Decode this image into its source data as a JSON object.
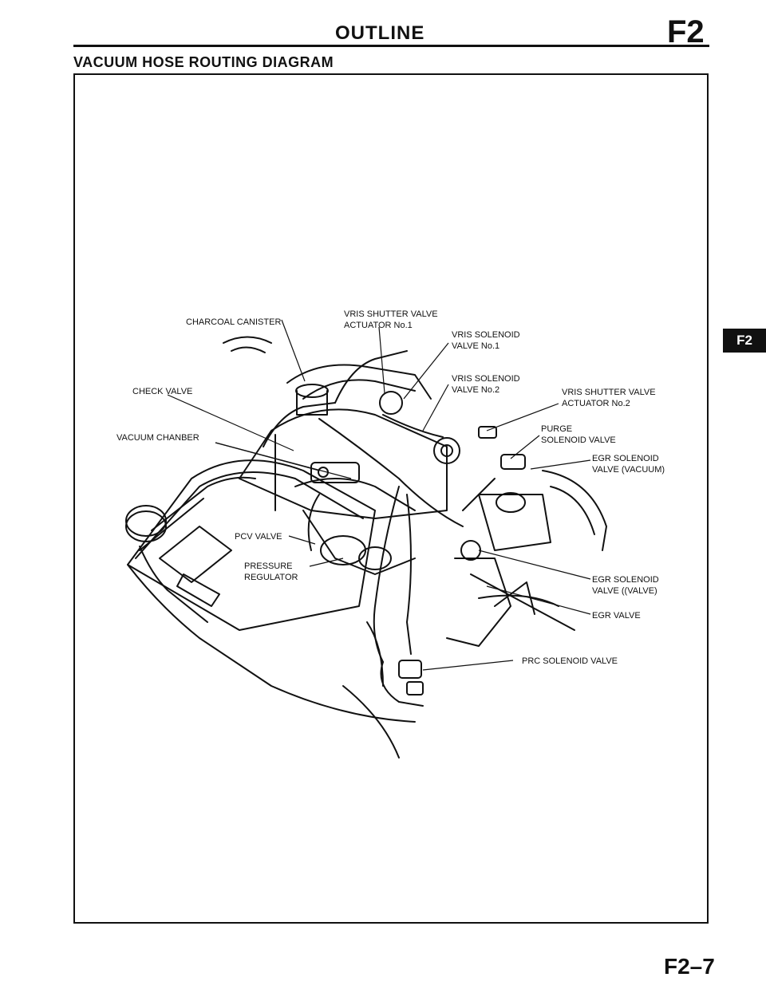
{
  "header": {
    "title": "OUTLINE",
    "section": "F2"
  },
  "section_title": "VACUUM HOSE ROUTING DIAGRAM",
  "side_tab": "F2",
  "page_number": "F2–7",
  "labels": {
    "charcoal_canister": "CHARCOAL CANISTER",
    "vris_shutter_1_l1": "VRIS SHUTTER VALVE",
    "vris_shutter_1_l2": "ACTUATOR No.1",
    "vris_sol_1_l1": "VRIS SOLENOID",
    "vris_sol_1_l2": "VALVE No.1",
    "check_valve": "CHECK VALVE",
    "vris_sol_2_l1": "VRIS SOLENOID",
    "vris_sol_2_l2": "VALVE No.2",
    "vris_shutter_2_l1": "VRIS SHUTTER VALVE",
    "vris_shutter_2_l2": "ACTUATOR No.2",
    "vacuum_chamber": "VACUUM CHANBER",
    "purge_l1": "PURGE",
    "purge_l2": "SOLENOID VALVE",
    "egr_vac_l1": "EGR SOLENOID",
    "egr_vac_l2": "VALVE (VACUUM)",
    "pcv_valve": "PCV VALVE",
    "pressure_l1": "PRESSURE",
    "pressure_l2": "REGULATOR",
    "egr_vent_l1": "EGR SOLENOID",
    "egr_vent_l2": "VALVE ((VALVE)",
    "egr_valve": "EGR VALVE",
    "prc_valve": "PRC SOLENOID VALVE"
  }
}
